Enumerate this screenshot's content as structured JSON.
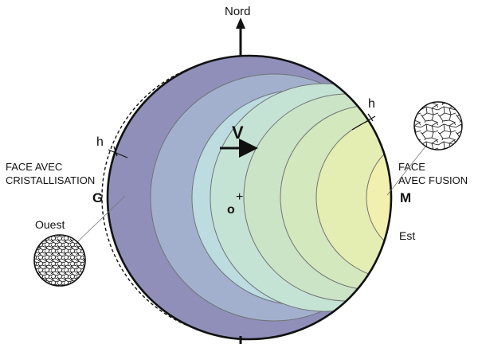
{
  "labels": {
    "north": "Nord",
    "east": "Est",
    "west": "Ouest",
    "velocity": "V",
    "origin": "o",
    "plus": "+",
    "point_g": "G",
    "point_m": "M",
    "h_left": "h",
    "h_right": "h",
    "face_crystal_line1": "FACE AVEC",
    "face_crystal_line2": "CRISTALLISATION",
    "face_fusion_line1": "FACE",
    "face_fusion_line2": "AVEC FUSION"
  },
  "colors": {
    "band_outer": "#8f8fba",
    "band_2": "#a3b0cd",
    "band_3": "#bcdcdf",
    "band_4": "#c5e3d4",
    "band_5": "#cbe4c6",
    "band_6": "#d3e8bc",
    "band_7": "#e4edb2",
    "band_inner": "#f1f0ae",
    "outline": "#111111",
    "band_line": "#6f7477"
  }
}
